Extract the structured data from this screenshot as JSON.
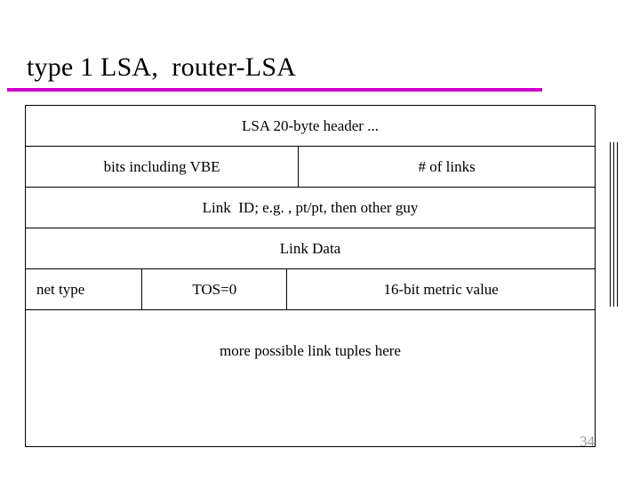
{
  "slide": {
    "title": "type 1 LSA,  router-LSA",
    "accent_color": "#cc00cc",
    "page_number": "34"
  },
  "packet_table": {
    "rows": [
      {
        "cells": [
          {
            "label": "LSA 20-byte header ...",
            "align": "center"
          }
        ]
      },
      {
        "cells": [
          {
            "label": "bits including VBE",
            "align": "center"
          },
          {
            "label": "# of links",
            "align": "center"
          }
        ]
      },
      {
        "cells": [
          {
            "label": "Link  ID; e.g. , pt/pt, then other guy",
            "align": "center"
          }
        ]
      },
      {
        "cells": [
          {
            "label": "Link Data",
            "align": "center"
          }
        ]
      },
      {
        "cells": [
          {
            "label": "net type",
            "align": "left"
          },
          {
            "label": "TOS=0",
            "align": "center"
          },
          {
            "label": "16-bit metric value",
            "align": "center"
          }
        ]
      },
      {
        "cells": [
          {
            "label": "more possible link tuples here",
            "align": "center"
          }
        ]
      }
    ]
  }
}
